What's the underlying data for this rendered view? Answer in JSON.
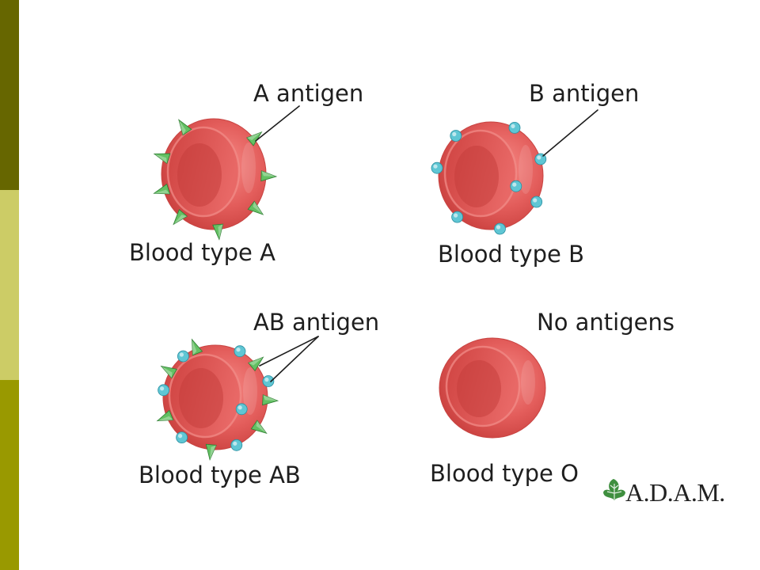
{
  "sidebar": {
    "band_colors": [
      "#666600",
      "#cccc66",
      "#999900"
    ]
  },
  "cell_color": "#e35d5b",
  "antigen_colors": {
    "a_antigen": "#63c063",
    "b_antigen": "#5fc6d4"
  },
  "panels": [
    {
      "antigen_label": "A antigen",
      "blood_type": "Blood type A",
      "has_a_antigen": true,
      "has_b_antigen": false
    },
    {
      "antigen_label": "B antigen",
      "blood_type": "Blood type B",
      "has_a_antigen": false,
      "has_b_antigen": true
    },
    {
      "antigen_label": "AB antigen",
      "blood_type": "Blood type AB",
      "has_a_antigen": true,
      "has_b_antigen": true
    },
    {
      "antigen_label": "No antigens",
      "blood_type": "Blood type O",
      "has_a_antigen": false,
      "has_b_antigen": false
    }
  ],
  "logo": {
    "text": "A.D.A.M.",
    "icon": "leaf-icon",
    "color": "#3f8f3f"
  }
}
